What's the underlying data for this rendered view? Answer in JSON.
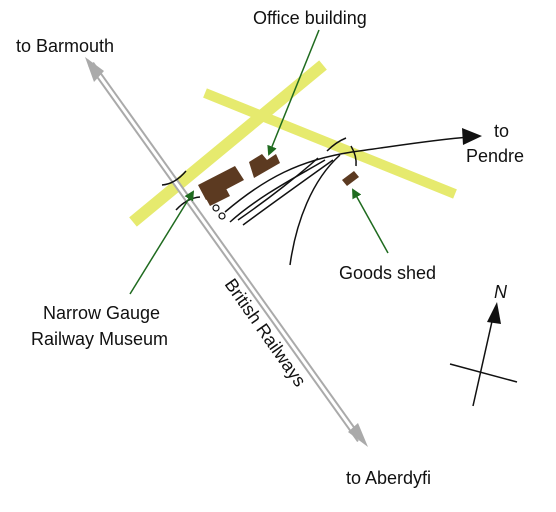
{
  "map": {
    "labels": {
      "to_barmouth": "to Barmouth",
      "office_building": "Office building",
      "to_pendre_line1": "to",
      "to_pendre_line2": "Pendre",
      "goods_shed": "Goods shed",
      "museum_line1": "Narrow Gauge",
      "museum_line2": "Railway Museum",
      "british_railways": "British Railways",
      "to_aberdyfi": "to Aberdyfi",
      "north": "N"
    },
    "colors": {
      "road": "#e6ea6e",
      "building": "#5c3a21",
      "pointer_arrow": "#1f6b1f",
      "mainline": "#aaaaaa",
      "narrow_gauge": "#111111"
    }
  }
}
